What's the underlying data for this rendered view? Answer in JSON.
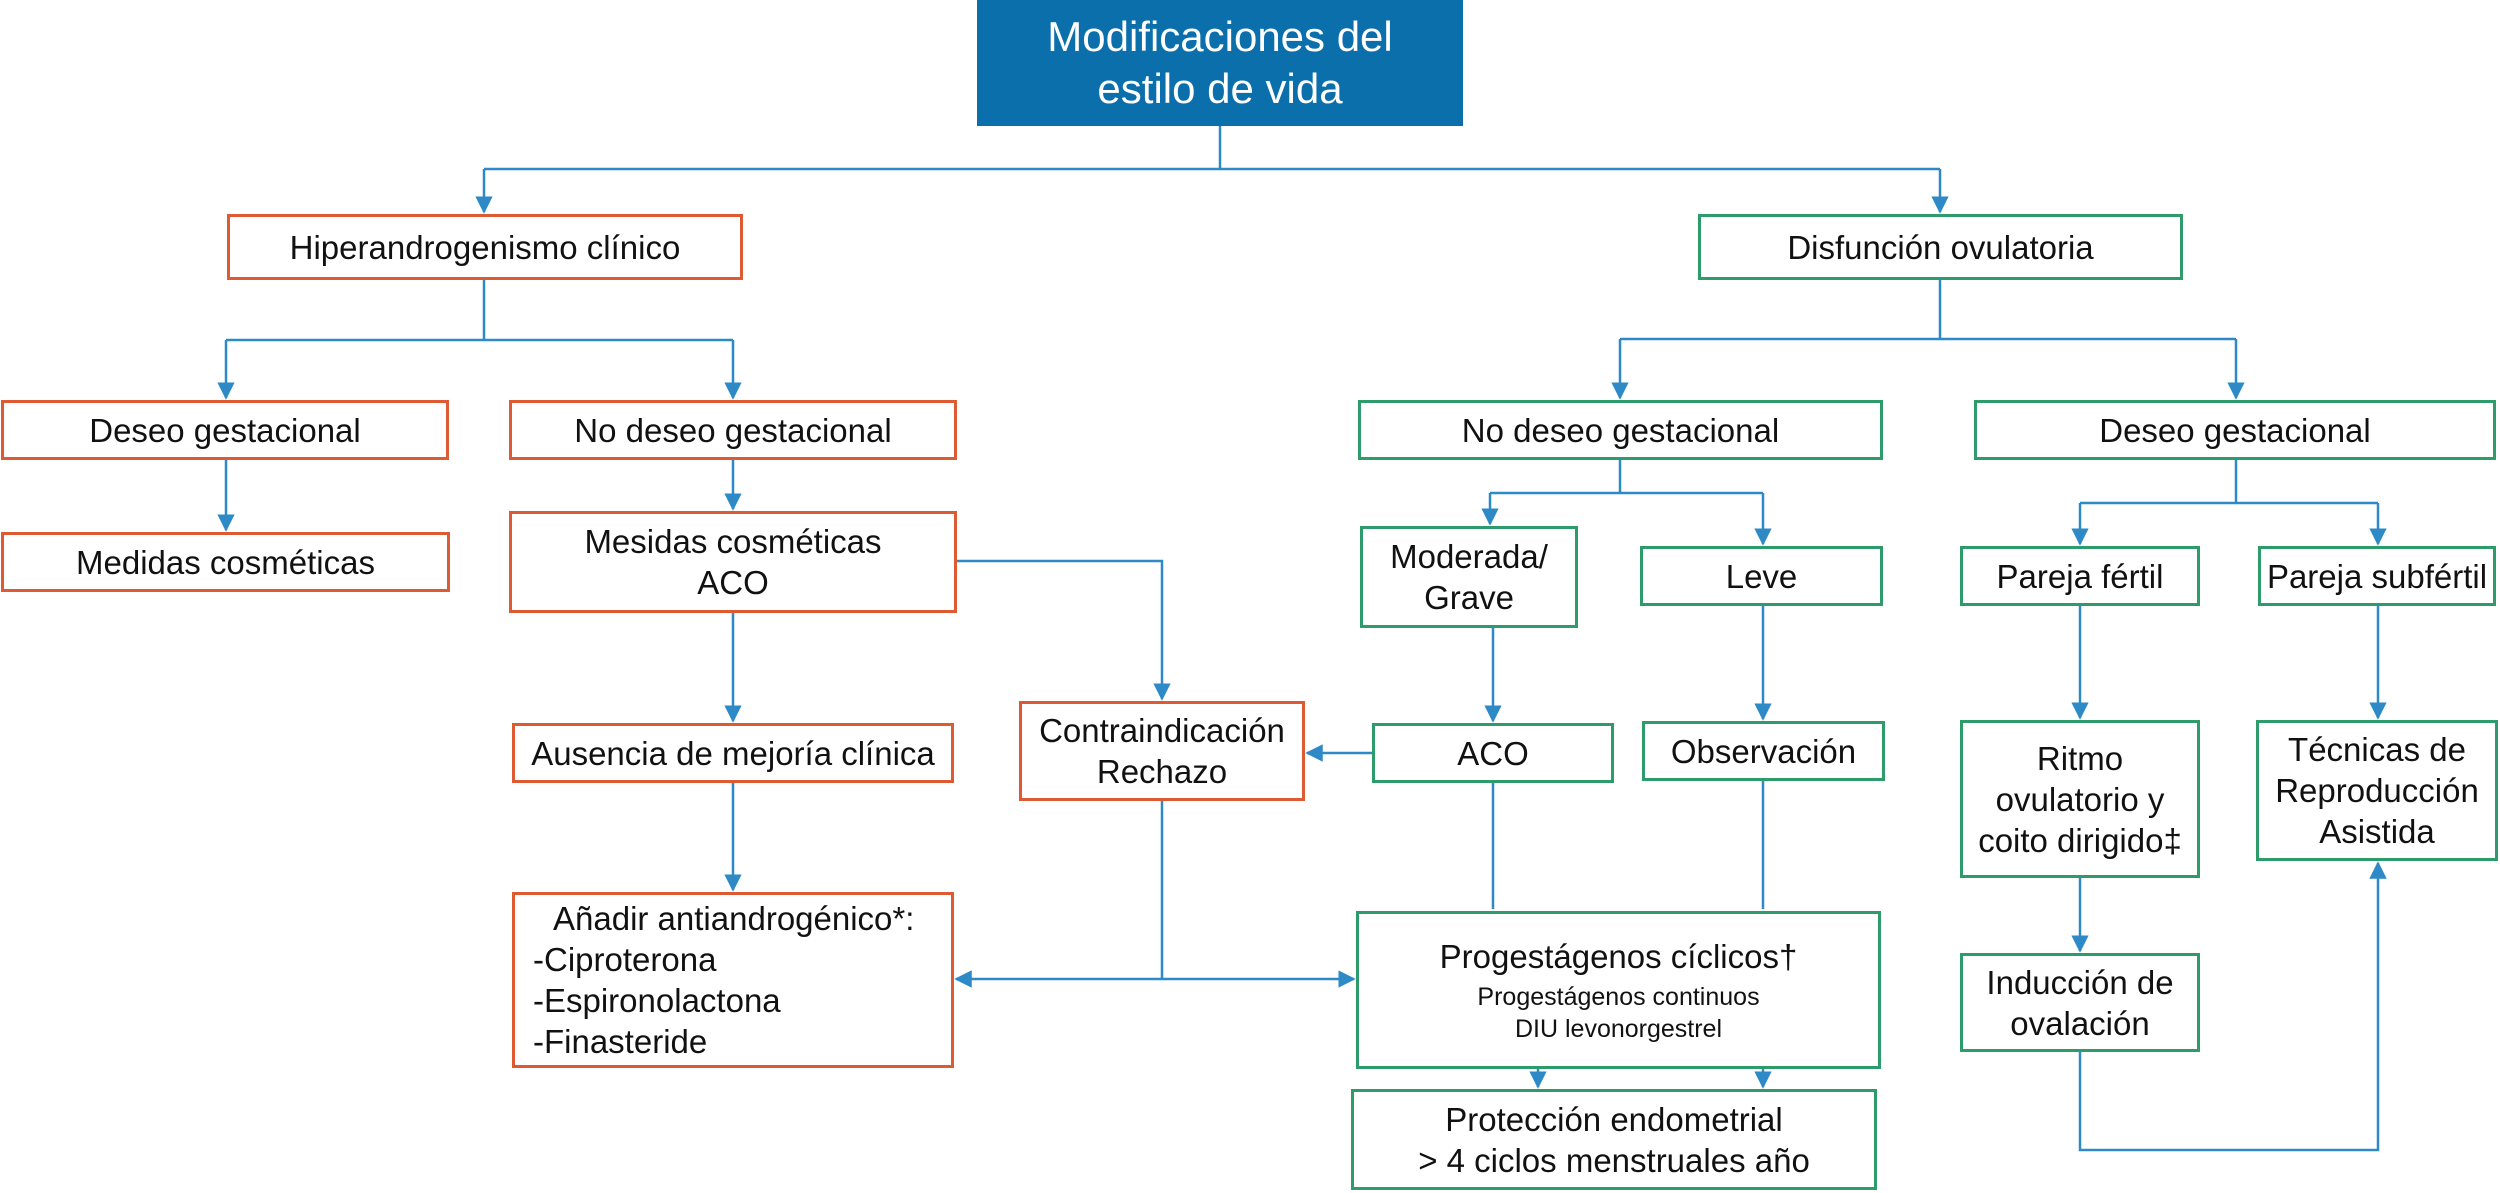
{
  "colors": {
    "title_fill": "#0b6fac",
    "hiperandrogenismo_border": "#de5a33",
    "disfuncion_border": "#2e9b6a",
    "connector": "#2d8ac7"
  },
  "nodes": {
    "root": [
      "Modificaciones del",
      "estilo de vida"
    ],
    "hiperandrogenismo": "Hiperandrogenismo clínico",
    "disfuncion_ovulatoria": "Disfunción ovulatoria",
    "left_deseo": "Deseo gestacional",
    "left_no_deseo": "No deseo gestacional",
    "medidas_cosmeticas": "Medidas cosméticas",
    "mesidas_aco": [
      "Mesidas cosméticas",
      "ACO"
    ],
    "ausencia_mejoria": "Ausencia de mejoría clínica",
    "contraindicacion": [
      "Contraindicación",
      "Rechazo"
    ],
    "anadir_antiandrogenico": [
      "Añadir antiandrogénico*:",
      "-Ciproterona",
      "-Espironolactona",
      "-Finasteride"
    ],
    "right_no_deseo": "No deseo gestacional",
    "right_deseo": "Deseo gestacional",
    "moderada_grave": [
      "Moderada/",
      "Grave"
    ],
    "leve": "Leve",
    "aco": "ACO",
    "observacion": "Observación",
    "progestagenos": {
      "main": "Progestágenos cíclicos†",
      "line2": "Progestágenos continuos",
      "line3": "DIU levonorgestrel"
    },
    "proteccion": [
      "Protección endometrial",
      "> 4 ciclos menstruales año"
    ],
    "pareja_fertil": "Pareja fértil",
    "pareja_subfertil": "Pareja subfértil",
    "ritmo_ovulatorio": [
      "Ritmo",
      "ovulatorio y",
      "coito dirigido‡"
    ],
    "tecnicas_reproduccion": [
      "Técnicas de",
      "Reproducción",
      "Asistida"
    ],
    "induccion": [
      "Inducción de",
      "ovalación"
    ]
  }
}
